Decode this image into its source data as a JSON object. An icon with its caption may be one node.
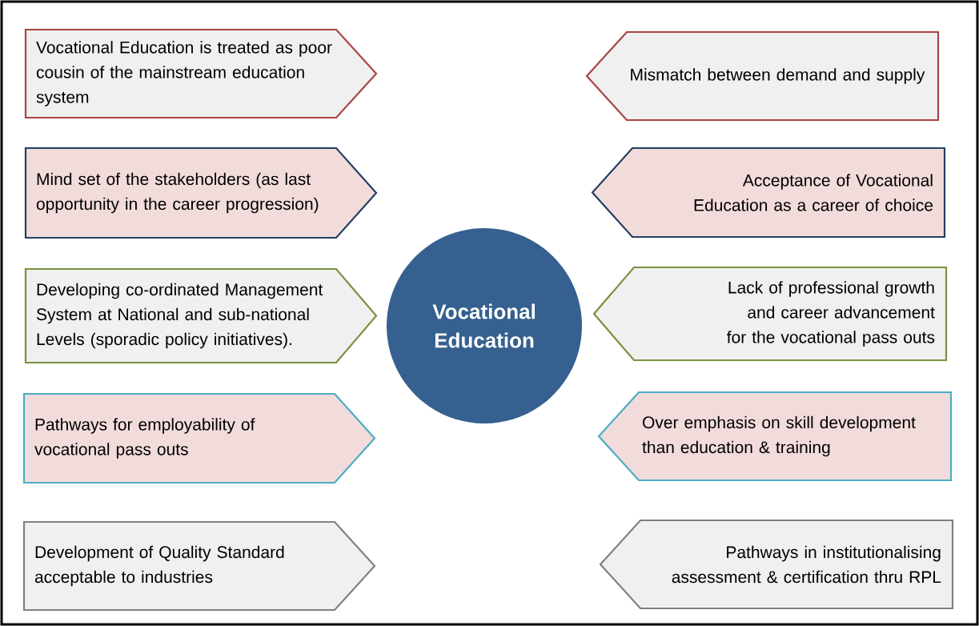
{
  "diagram": {
    "nodes": [
      {
        "text": [
          "Vocational Education is treated as poor cousin of the mainstream education system"
        ]
      },
      {
        "text": [
          "Mind set of the stakeholders (as last opportunity in the career progression)"
        ]
      },
      {
        "text": [
          "Developing co-ordinated  Management System at National and sub-national Levels (sporadic policy initiatives)."
        ]
      },
      {
        "text": [
          "Pathways for employability of vocational pass outs"
        ]
      },
      {
        "text": [
          "Development of Quality Standard acceptable to industries"
        ]
      },
      {
        "text": [
          "Vocational Education"
        ]
      },
      {
        "text": [
          "Mismatch between demand and supply"
        ]
      },
      {
        "text": [
          "Acceptance of Vocational Education as a career of choice"
        ]
      },
      {
        "text": [
          "Lack of professional growth and career advancement for the vocational pass outs"
        ]
      },
      {
        "text": [
          "Over emphasis on skill development than education & training"
        ]
      },
      {
        "text": [
          "Pathways in  institutionalising assessment & certification thru RPL"
        ]
      }
    ]
  }
}
